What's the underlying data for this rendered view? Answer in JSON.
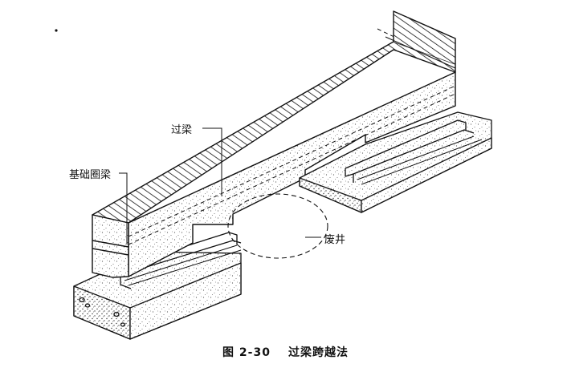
{
  "labels": {
    "over_beam": "过梁",
    "foundation_ring_beam": "基础圈梁",
    "abandoned_well": "废井"
  },
  "caption": {
    "number": "图 2-30",
    "title": "过梁跨越法"
  },
  "colors": {
    "line": "#111111",
    "stipple": "#555555",
    "background": "#ffffff"
  }
}
